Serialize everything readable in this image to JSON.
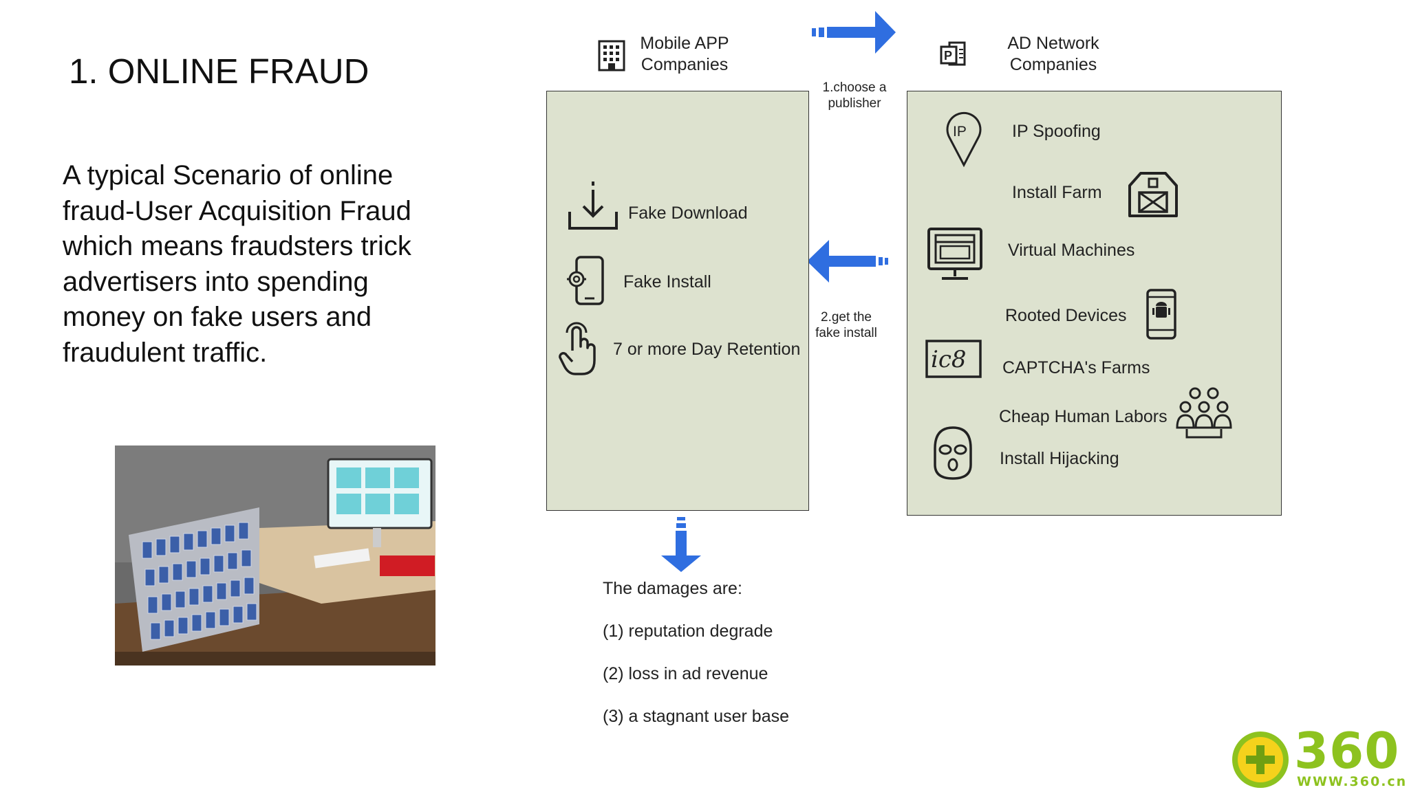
{
  "slide": {
    "title": "1. ONLINE FRAUD",
    "description": "A typical Scenario of online fraud-User Acquisition Fraud which means fraudsters trick advertisers into spending money on fake users and fraudulent traffic."
  },
  "diagram": {
    "mobile_app": {
      "header_line1": "Mobile APP",
      "header_line2": "Companies",
      "items": [
        {
          "label": "Fake Download",
          "icon": "download-icon"
        },
        {
          "label": "Fake Install",
          "icon": "phone-gear-icon"
        },
        {
          "label": "7 or more Day Retention",
          "icon": "hand-pointer-icon"
        }
      ]
    },
    "ad_network": {
      "header_line1": "AD Network",
      "header_line2": "Companies",
      "items": [
        {
          "label": "IP Spoofing",
          "icon": "ip-pin-icon"
        },
        {
          "label": "Install Farm",
          "icon": "barn-icon"
        },
        {
          "label": "Virtual Machines",
          "icon": "monitor-icon"
        },
        {
          "label": "Rooted Devices",
          "icon": "android-phone-icon"
        },
        {
          "label": "CAPTCHA's Farms",
          "icon": "captcha-icon"
        },
        {
          "label": "Cheap Human Labors",
          "icon": "people-group-icon"
        },
        {
          "label": "Install Hijacking",
          "icon": "masked-person-icon"
        }
      ]
    },
    "arrows": {
      "choose_line1": "1.choose a",
      "choose_line2": "publisher",
      "get_line1": "2.get the",
      "get_line2": "fake install"
    },
    "damages": {
      "heading": "The damages are:",
      "items": [
        "(1) reputation degrade",
        "(2) loss in ad revenue",
        "(3) a stagnant user base"
      ]
    }
  },
  "logo": {
    "text": "360",
    "url_text": "WWW.360.cn"
  },
  "colors": {
    "box_fill": "#dde2cf",
    "arrow_blue": "#2f6ee0",
    "logo_green": "#8dc21f",
    "logo_yellow": "#f5d21c"
  }
}
